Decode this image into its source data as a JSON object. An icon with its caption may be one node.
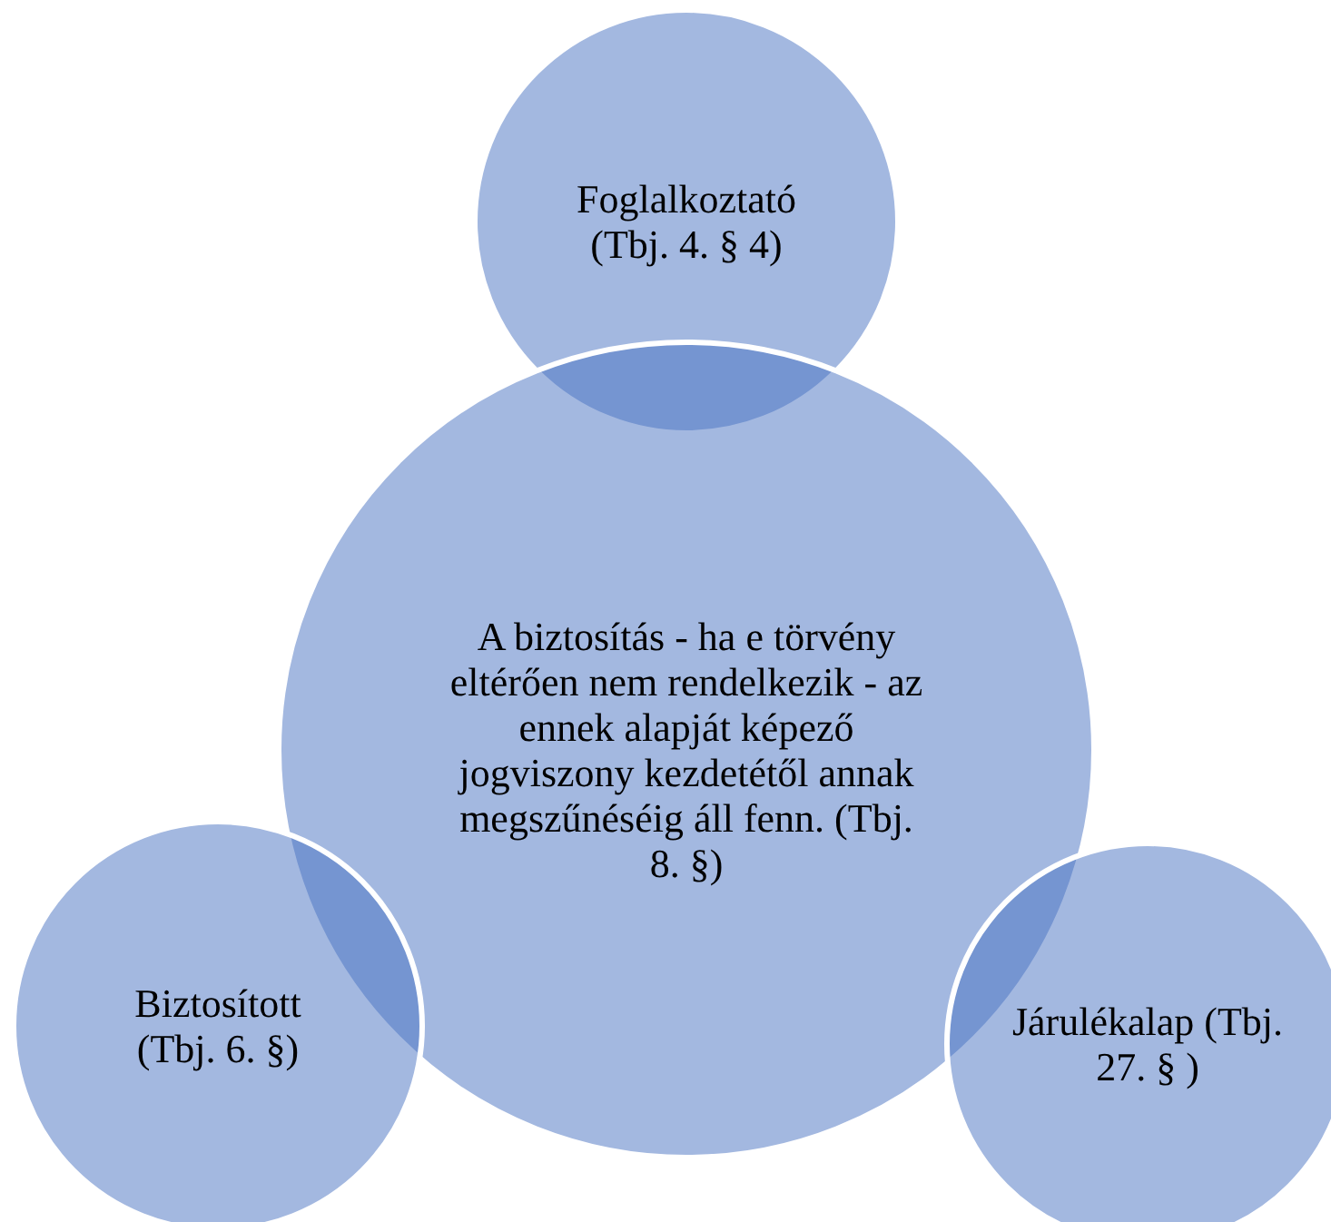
{
  "diagram": {
    "nodes": [
      {
        "text": [
          "Foglalkoztató (Tbj. 4. § 4)"
        ]
      },
      {
        "text": [
          "A biztosítás - ha e törvény eltérően nem rendelkezik - az ennek alapját képező jogviszony kezdetétől annak megszűnéséig áll fenn. (Tbj. 8. §)"
        ]
      },
      {
        "text": [
          "Biztosított (Tbj. 6. §)"
        ]
      },
      {
        "text": [
          "Járulékalap (Tbj. 27. § )"
        ]
      }
    ]
  }
}
